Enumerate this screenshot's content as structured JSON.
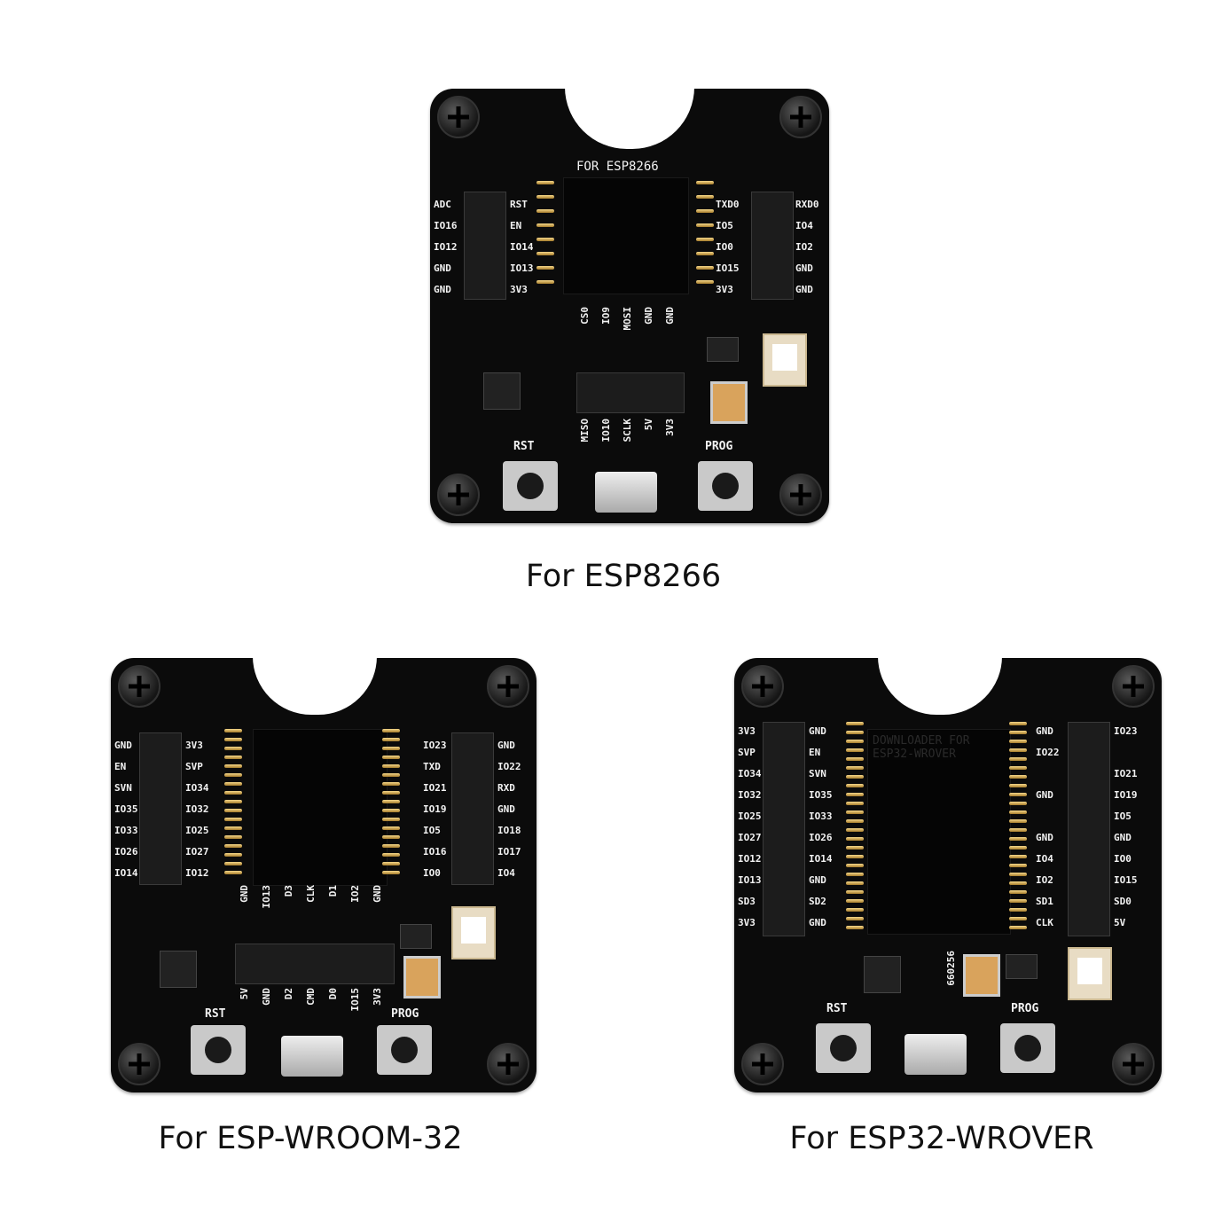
{
  "boards": [
    {
      "id": "esp8266",
      "caption": "For ESP8266",
      "title": "FOR ESP8266",
      "left_outer": [
        "ADC",
        "IO16",
        "IO12",
        "GND",
        "GND"
      ],
      "left_inner": [
        "RST",
        "EN",
        "IO14",
        "IO13",
        "3V3"
      ],
      "right_inner": [
        "TXD0",
        "IO5",
        "IO0",
        "IO15",
        "3V3"
      ],
      "right_outer": [
        "RXD0",
        "IO4",
        "IO2",
        "GND",
        "GND"
      ],
      "bottom_top": [
        "CS0",
        "IO9",
        "MOSI",
        "GND",
        "GND"
      ],
      "bottom_bottom": [
        "MISO",
        "IO10",
        "SCLK",
        "5V",
        "3V3"
      ],
      "rst_label": "RST",
      "prog_label": "PROG"
    },
    {
      "id": "wroom32",
      "caption": "For ESP-WROOM-32",
      "left_outer": [
        "GND",
        "EN",
        "SVN",
        "IO35",
        "IO33",
        "IO26",
        "IO14"
      ],
      "left_inner": [
        "3V3",
        "SVP",
        "IO34",
        "IO32",
        "IO25",
        "IO27",
        "IO12"
      ],
      "right_inner": [
        "IO23",
        "TXD",
        "IO21",
        "IO19",
        "IO5",
        "IO16",
        "IO0"
      ],
      "right_outer": [
        "GND",
        "IO22",
        "RXD",
        "GND",
        "IO18",
        "IO17",
        "IO4"
      ],
      "bottom_top": [
        "GND",
        "IO13",
        "D3",
        "CLK",
        "D1",
        "IO2",
        "GND"
      ],
      "bottom_bottom": [
        "5V",
        "GND",
        "D2",
        "CMD",
        "D0",
        "IO15",
        "3V3"
      ],
      "rst_label": "RST",
      "prog_label": "PROG"
    },
    {
      "id": "wrover",
      "caption": "For ESP32-WROVER",
      "module_text": "DOWNLOADER FOR ESP32-WROVER",
      "part_label": "660256",
      "left_outer": [
        "3V3",
        "SVP",
        "IO34",
        "IO32",
        "IO25",
        "IO27",
        "IO12",
        "IO13",
        "SD3",
        "3V3"
      ],
      "left_inner": [
        "GND",
        "EN",
        "SVN",
        "IO35",
        "IO33",
        "IO26",
        "IO14",
        "GND",
        "SD2",
        "GND"
      ],
      "right_inner": [
        "GND",
        "IO22",
        "",
        "GND",
        "",
        "GND",
        "IO4",
        "IO2",
        "SD1",
        "CLK"
      ],
      "right_outer": [
        "IO23",
        "",
        "IO21",
        "IO19",
        "IO5",
        "GND",
        "IO0",
        "IO15",
        "SD0",
        "5V"
      ],
      "rst_label": "RST",
      "prog_label": "PROG"
    }
  ]
}
